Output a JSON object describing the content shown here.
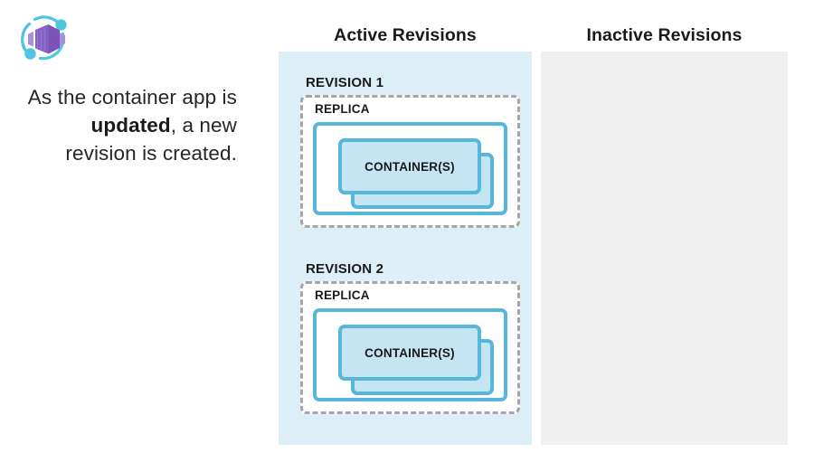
{
  "logo": {
    "icon": "azure-container-apps-icon",
    "cube_color": "#8661c5",
    "cube_light_color": "#a890dd",
    "cube_dark_color": "#7a52b8",
    "orbit_color": "#50c5e0"
  },
  "caption": {
    "prefix": "As the container app is ",
    "emphasis": "updated",
    "suffix": ", a new revision is created."
  },
  "columns": {
    "active": {
      "header": "Active Revisions",
      "background": "#ddeef6"
    },
    "inactive": {
      "header": "Inactive Revisions",
      "background": "#f0f0f0",
      "revisions": []
    }
  },
  "revisions": [
    {
      "title": "REVISION 1",
      "replica_label": "REPLICA",
      "container_label": "CONTAINER(S)",
      "container_count": 2
    },
    {
      "title": "REVISION 2",
      "replica_label": "REPLICA",
      "container_label": "CONTAINER(S)",
      "container_count": 2
    }
  ],
  "colors": {
    "container_border": "#57b6dc",
    "container_fill": "#c5e5f2",
    "replica_dash": "#a6a6a6",
    "text": "#1a1a1a"
  }
}
